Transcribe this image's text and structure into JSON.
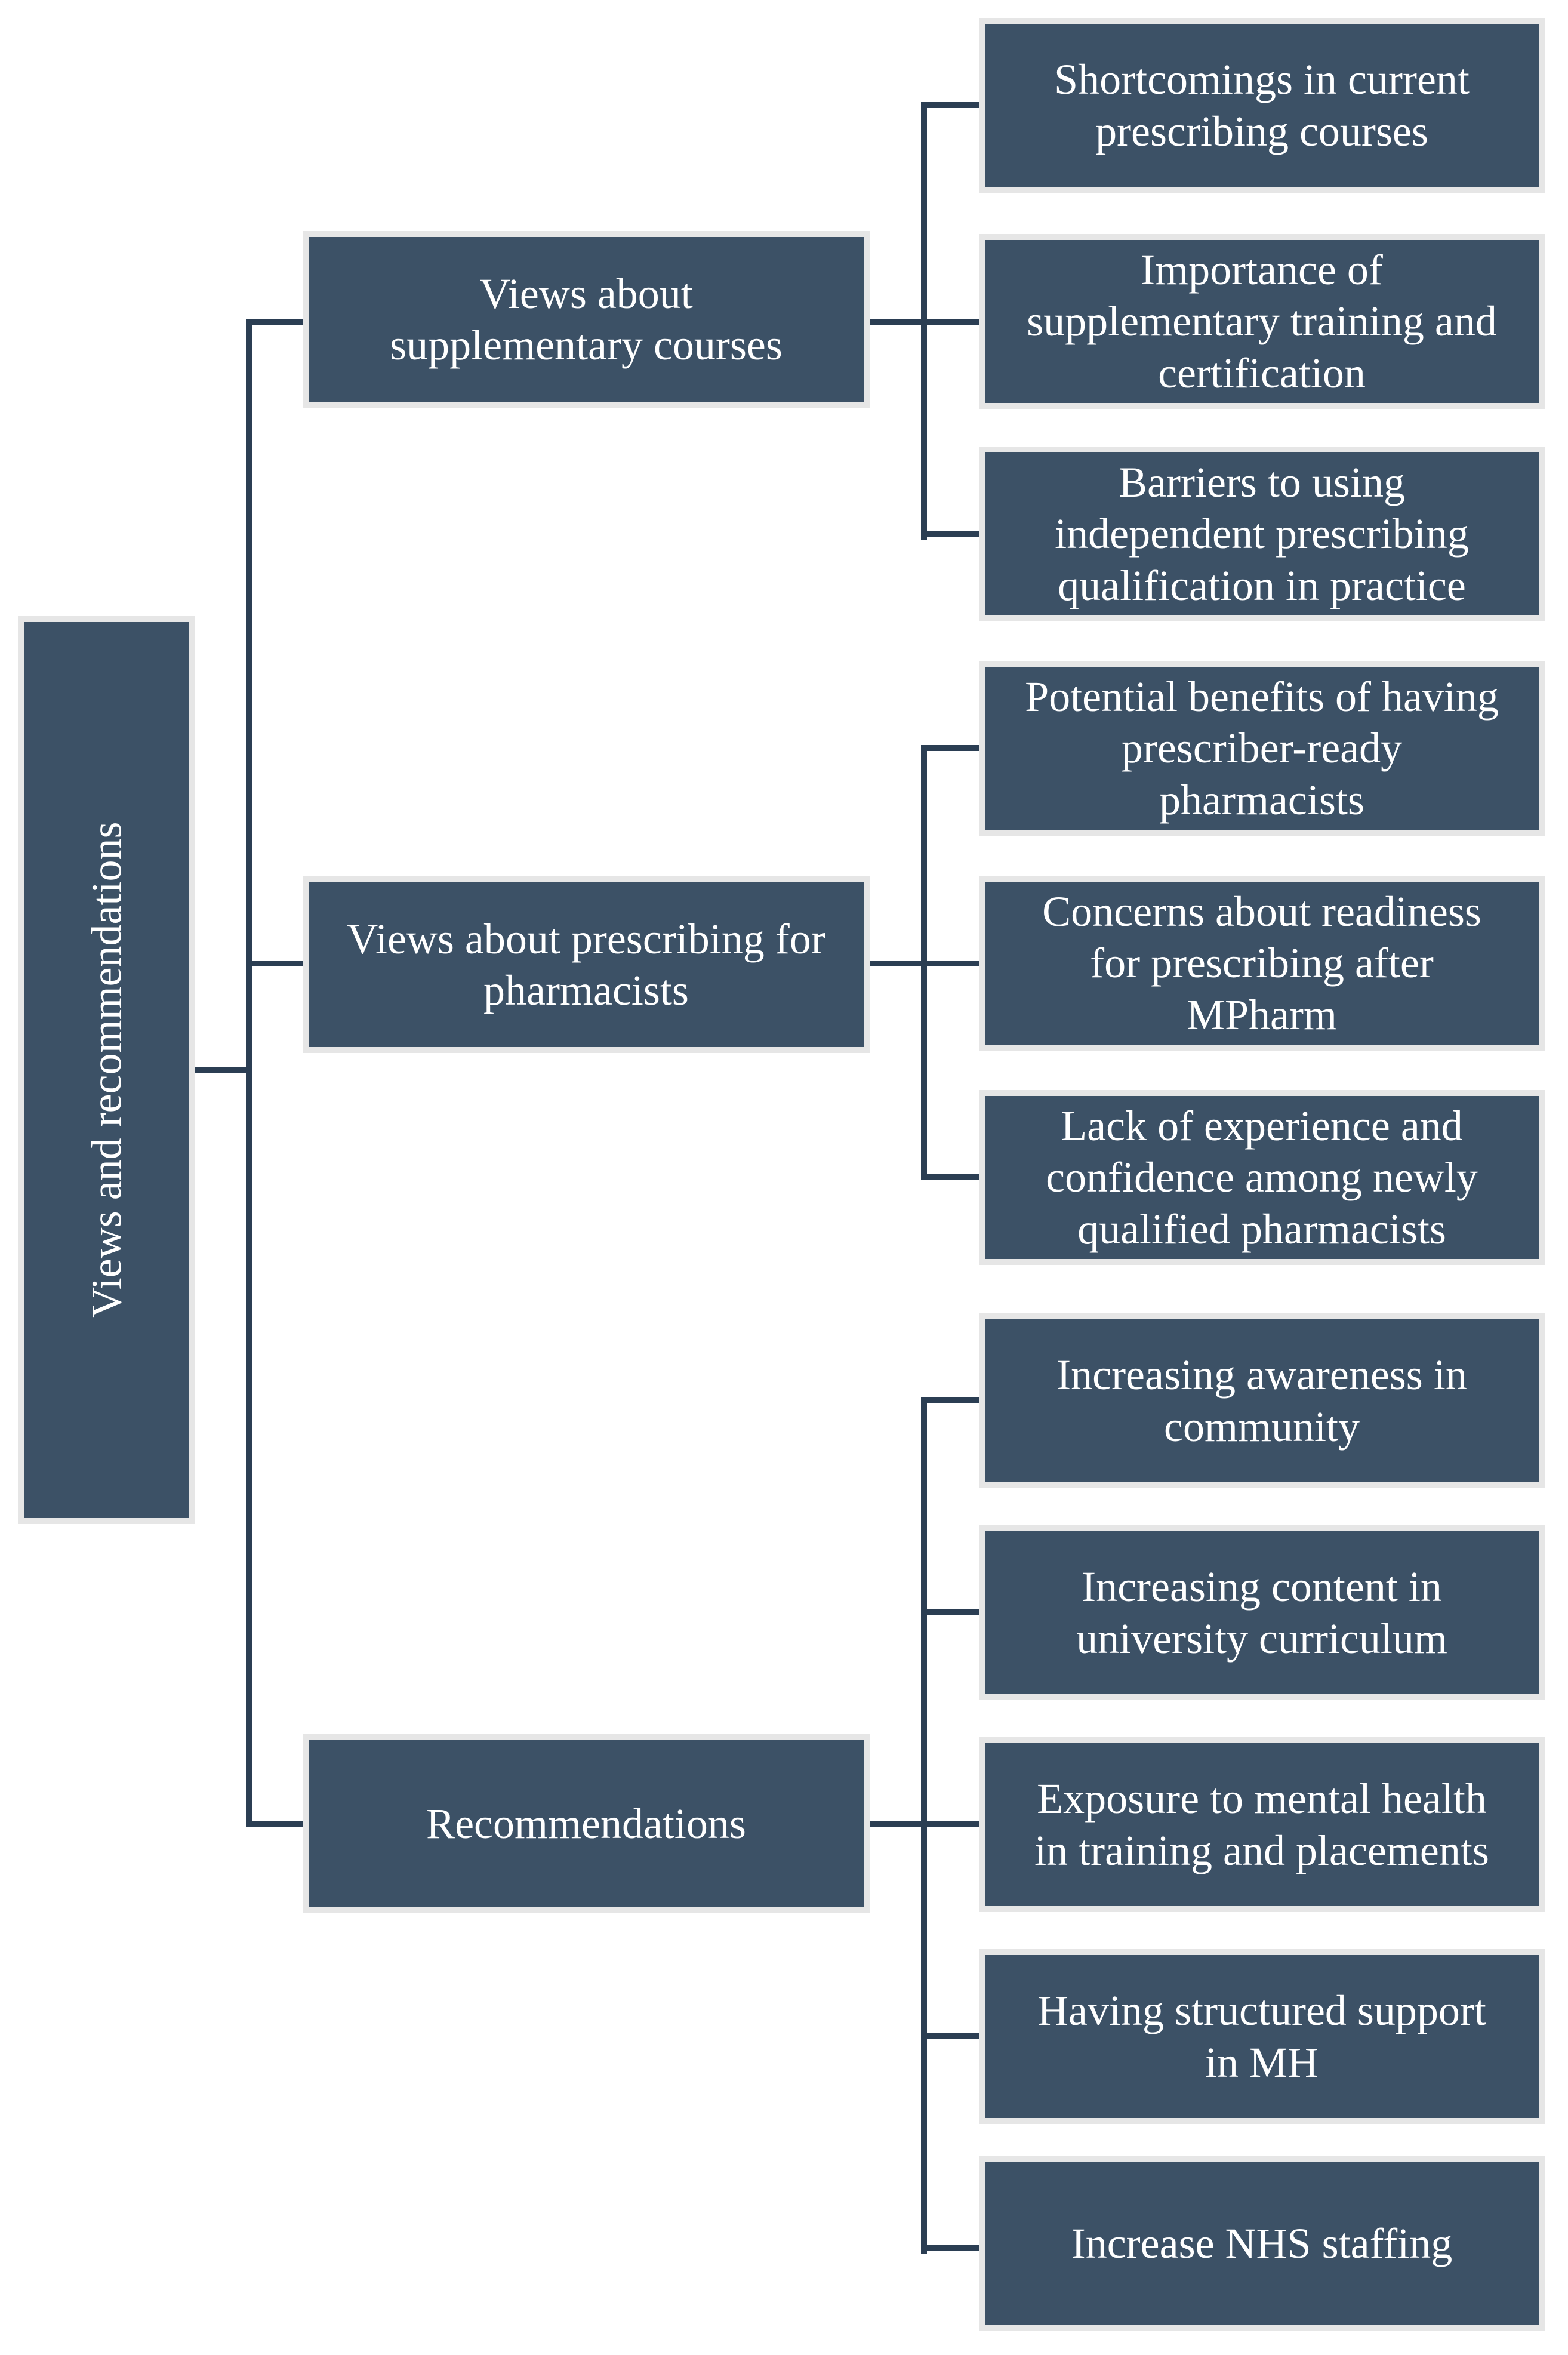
{
  "colors": {
    "node_fill": "#3C5166",
    "node_border": "#E6E6E6",
    "connector": "#2B3E53",
    "text": "#FFFFFF",
    "background": "#FFFFFF"
  },
  "diagram": {
    "type": "hierarchy-tree",
    "root": {
      "label": "Views and recommendations"
    },
    "branches": [
      {
        "label": "Views about\nsupplementary courses",
        "children": [
          {
            "label": "Shortcomings in current\nprescribing courses"
          },
          {
            "label": "Importance of\nsupplementary training and\ncertification"
          },
          {
            "label": "Barriers to using\nindependent prescribing\nqualification in practice"
          }
        ]
      },
      {
        "label": "Views about prescribing for\npharmacists",
        "children": [
          {
            "label": "Potential benefits of having\nprescriber-ready\npharmacists"
          },
          {
            "label": "Concerns about readiness\nfor prescribing after\nMPharm"
          },
          {
            "label": "Lack of experience and\nconfidence among newly\nqualified pharmacists"
          }
        ]
      },
      {
        "label": "Recommendations",
        "children": [
          {
            "label": "Increasing awareness in\ncommunity"
          },
          {
            "label": "Increasing content in\nuniversity curriculum"
          },
          {
            "label": "Exposure to mental health\nin training and placements"
          },
          {
            "label": "Having structured support\nin MH"
          },
          {
            "label": "Increase NHS staffing"
          }
        ]
      }
    ]
  }
}
